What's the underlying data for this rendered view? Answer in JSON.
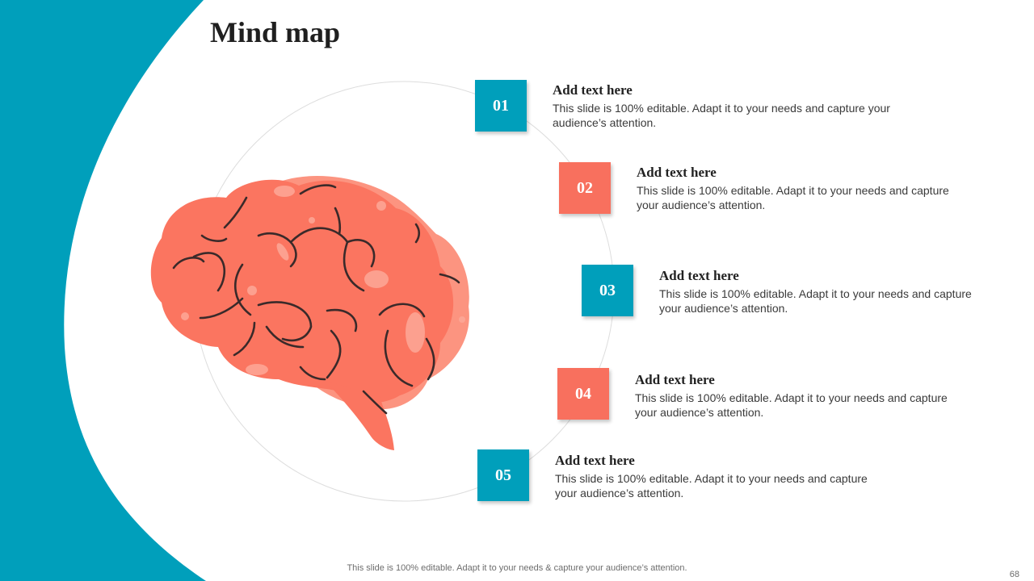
{
  "slide": {
    "title": "Mind map",
    "footer_note": "This slide is 100% editable. Adapt it to your needs & capture your audience’s attention.",
    "page_number": "68"
  },
  "colors": {
    "teal": "#009fbb",
    "coral": "#f8705e",
    "brain_main": "#fb7560",
    "brain_back": "#fc9480",
    "brain_line": "#3a2a2a",
    "ring": "#dddddd"
  },
  "items": [
    {
      "number": "01",
      "heading": "Add text here",
      "body_line1": "This slide is 100% editable. Adapt it to your needs and capture your",
      "body_line2": "audience’s attention.",
      "color": "teal"
    },
    {
      "number": "02",
      "heading": "Add text here",
      "body_line1": "This slide is 100% editable. Adapt it to your needs and capture",
      "body_line2": "your audience’s attention.",
      "color": "coral"
    },
    {
      "number": "03",
      "heading": "Add text here",
      "body_line1": "This slide is 100% editable. Adapt it to your needs and capture",
      "body_line2": "your audience’s attention.",
      "color": "teal"
    },
    {
      "number": "04",
      "heading": "Add text here",
      "body_line1": "This slide is 100% editable. Adapt it to your needs and capture",
      "body_line2": "your audience’s attention.",
      "color": "coral"
    },
    {
      "number": "05",
      "heading": "Add text here",
      "body_line1": "This slide is 100% editable. Adapt it to your needs and capture",
      "body_line2": "your audience’s attention.",
      "color": "teal"
    }
  ],
  "illustration": {
    "icon": "brain-icon"
  }
}
